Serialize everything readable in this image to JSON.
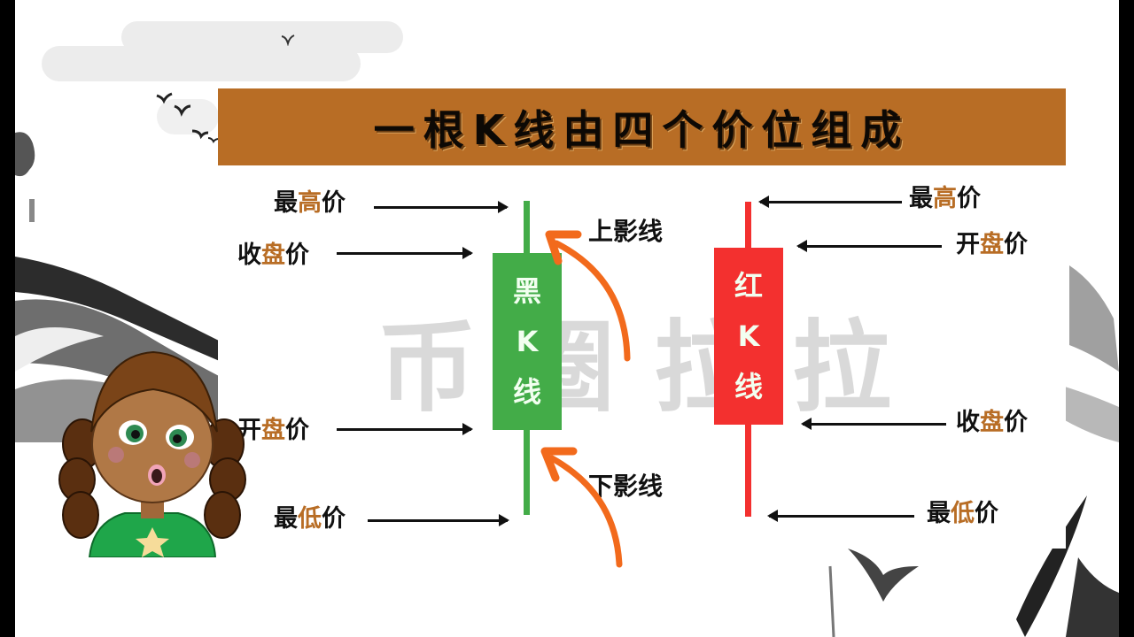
{
  "title": "一根K线由四个价位组成",
  "watermark": "币圈拉拉",
  "colors": {
    "title_bar": "#b86d25",
    "highlight": "#b86d25",
    "bearish_candle": "#43ac48",
    "bullish_candle": "#f3302f",
    "annotation_arrow": "#f26a1c",
    "watermark": "#d9d9d9"
  },
  "left_candle": {
    "name": "黑K线",
    "chars": [
      "黑",
      "K",
      "线"
    ],
    "color": "green",
    "labels": {
      "high": {
        "pre": "最",
        "hl": "高",
        "post": "价"
      },
      "close": {
        "pre": "收",
        "hl": "盘",
        "post": "价"
      },
      "open": {
        "pre": "开",
        "hl": "盘",
        "post": "价"
      },
      "low": {
        "pre": "最",
        "hl": "低",
        "post": "价"
      }
    },
    "upper_shadow_label": "上影线",
    "lower_shadow_label": "下影线"
  },
  "right_candle": {
    "name": "红K线",
    "chars": [
      "红",
      "K",
      "线"
    ],
    "color": "red",
    "labels": {
      "high": {
        "pre": "最",
        "hl": "高",
        "post": "价"
      },
      "open": {
        "pre": "开",
        "hl": "盘",
        "post": "价"
      },
      "close": {
        "pre": "收",
        "hl": "盘",
        "post": "价"
      },
      "low": {
        "pre": "最",
        "hl": "低",
        "post": "价"
      }
    }
  },
  "character": {
    "description": "cartoon girl with braided hair and green star shirt",
    "shirt_icon": "star"
  }
}
